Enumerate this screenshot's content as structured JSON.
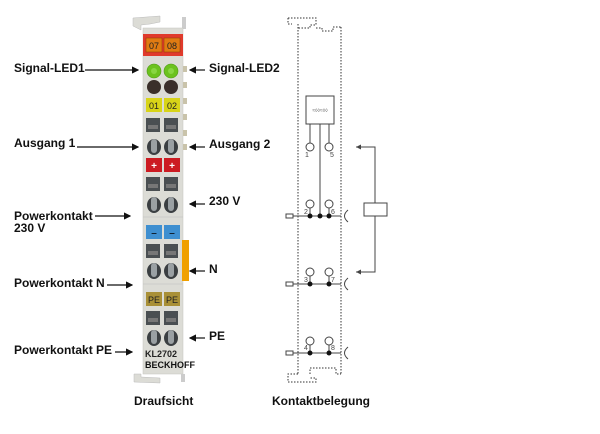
{
  "terminal": {
    "model": "KL2702",
    "brand": "BECKHOFF",
    "top_labels": [
      "07",
      "08"
    ],
    "led_labels": [
      "01",
      "02"
    ],
    "plus_labels": [
      "+",
      "+"
    ],
    "minus_labels": [
      "–",
      "–"
    ],
    "pe_labels": [
      "PE",
      "PE"
    ],
    "colors": {
      "top_block": "#e03a2c",
      "top_label": "#e07b12",
      "led_green": "#6cc21e",
      "led_dark": "#3a2f2a",
      "led_label": "#d8d418",
      "plus": "#cc1b22",
      "minus": "#3f8fd0",
      "pe": "#a99037",
      "orange_contact": "#f0a000",
      "body": "#dcdcd6"
    }
  },
  "labels_left": {
    "signal_led1": "Signal-LED1",
    "ausgang1": "Ausgang 1",
    "power230_line1": "Powerkontakt",
    "power230_line2": "230 V",
    "power_n": "Powerkontakt N",
    "power_pe": "Powerkontakt PE"
  },
  "labels_right": {
    "signal_led2": "Signal-LED2",
    "ausgang2": "Ausgang 2",
    "v230": "230 V",
    "n": "N",
    "pe": "PE"
  },
  "captions": {
    "top_view": "Draufsicht",
    "contact_assignment": "Kontaktbelegung"
  },
  "schematic": {
    "terminal_numbers": [
      "1",
      "5",
      "2",
      "6",
      "3",
      "7",
      "4",
      "8"
    ]
  }
}
